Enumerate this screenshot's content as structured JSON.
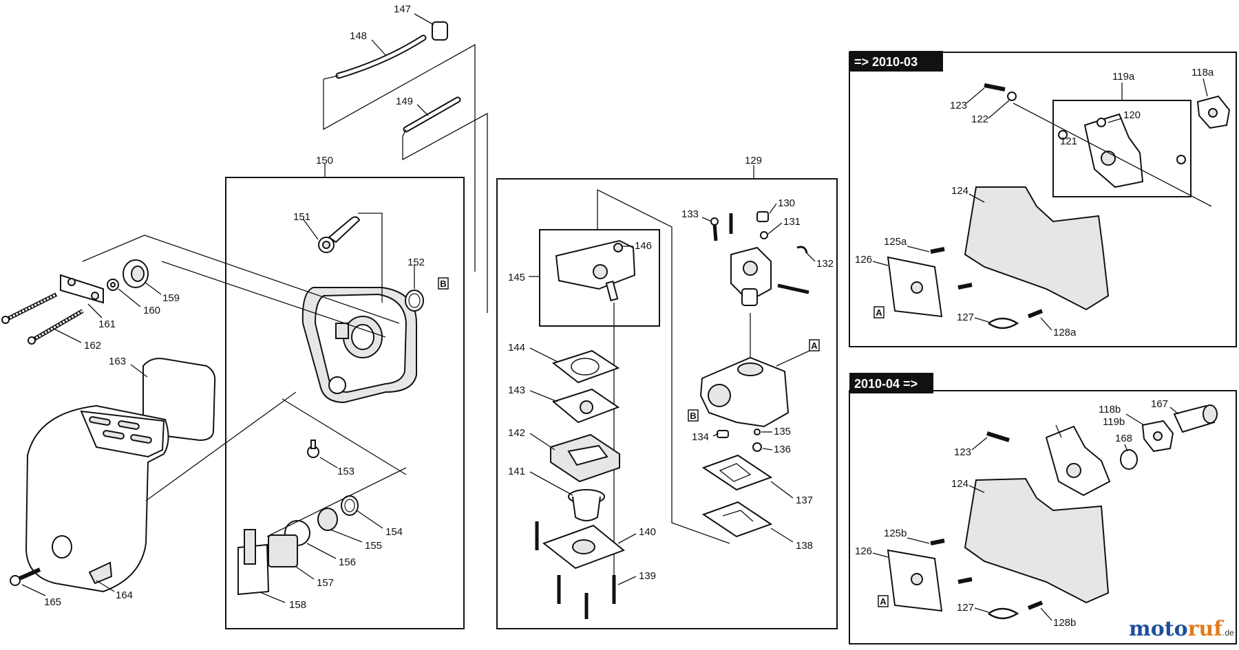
{
  "panels": {
    "air_filter_box": "150",
    "carburetor_box": "129",
    "version_old": "=> 2010-03",
    "version_new": "2010-04 =>"
  },
  "letter_tags": {
    "a": "A",
    "b": "B"
  },
  "parts": {
    "p147": "147",
    "p148": "148",
    "p149": "149",
    "p151": "151",
    "p152": "152",
    "p153": "153",
    "p154": "154",
    "p155": "155",
    "p156": "156",
    "p157": "157",
    "p158": "158",
    "p159": "159",
    "p160": "160",
    "p161": "161",
    "p162": "162",
    "p163": "163",
    "p164": "164",
    "p165": "165",
    "p130": "130",
    "p131": "131",
    "p132": "132",
    "p133": "133",
    "p134": "134",
    "p135": "135",
    "p136": "136",
    "p137": "137",
    "p138": "138",
    "p139": "139",
    "p140": "140",
    "p141": "141",
    "p142": "142",
    "p143": "143",
    "p144": "144",
    "p145": "145",
    "p146": "146",
    "p118a": "118a",
    "p119a": "119a",
    "p120": "120",
    "p121": "121",
    "p122a": "122",
    "p123a": "123",
    "p124a": "124",
    "p125a": "125a",
    "p126a": "126",
    "p127a": "127",
    "p128a": "128a",
    "p118b": "118b",
    "p119b": "119b",
    "p123b": "123",
    "p124b": "124",
    "p125b": "125b",
    "p126b": "126",
    "p127b": "127",
    "p128b": "128b",
    "p167": "167",
    "p168": "168"
  },
  "watermark": {
    "brand_a": "moto",
    "brand_b": "ruf",
    "suffix": ".de"
  },
  "colors": {
    "watermark_blue": "#1f4e9c",
    "watermark_orange": "#e07a1c"
  }
}
